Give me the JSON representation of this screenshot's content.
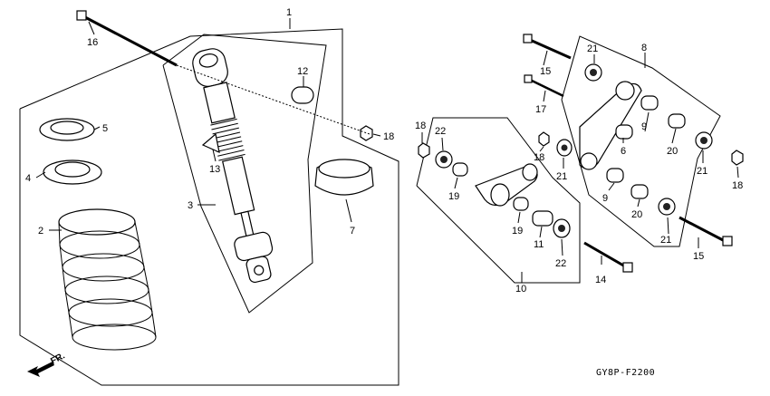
{
  "diagram_code": "GY8P-F2200",
  "front_marker": "FR.",
  "callouts": [
    {
      "id": "c1",
      "num": "1"
    },
    {
      "id": "c2",
      "num": "2"
    },
    {
      "id": "c3",
      "num": "3"
    },
    {
      "id": "c4",
      "num": "4"
    },
    {
      "id": "c5",
      "num": "5"
    },
    {
      "id": "c6",
      "num": "6"
    },
    {
      "id": "c7",
      "num": "7"
    },
    {
      "id": "c8",
      "num": "8"
    },
    {
      "id": "c9a",
      "num": "9"
    },
    {
      "id": "c9b",
      "num": "9"
    },
    {
      "id": "c10",
      "num": "10"
    },
    {
      "id": "c11",
      "num": "11"
    },
    {
      "id": "c12",
      "num": "12"
    },
    {
      "id": "c13",
      "num": "13"
    },
    {
      "id": "c14",
      "num": "14"
    },
    {
      "id": "c15a",
      "num": "15"
    },
    {
      "id": "c15b",
      "num": "15"
    },
    {
      "id": "c16",
      "num": "16"
    },
    {
      "id": "c17",
      "num": "17"
    },
    {
      "id": "c18a",
      "num": "18"
    },
    {
      "id": "c18b",
      "num": "18"
    },
    {
      "id": "c18c",
      "num": "18"
    },
    {
      "id": "c18d",
      "num": "18"
    },
    {
      "id": "c19a",
      "num": "19"
    },
    {
      "id": "c19b",
      "num": "19"
    },
    {
      "id": "c20a",
      "num": "20"
    },
    {
      "id": "c20b",
      "num": "20"
    },
    {
      "id": "c21a",
      "num": "21"
    },
    {
      "id": "c21b",
      "num": "21"
    },
    {
      "id": "c21c",
      "num": "21"
    },
    {
      "id": "c21d",
      "num": "21"
    },
    {
      "id": "c22a",
      "num": "22"
    },
    {
      "id": "c22b",
      "num": "22"
    }
  ]
}
